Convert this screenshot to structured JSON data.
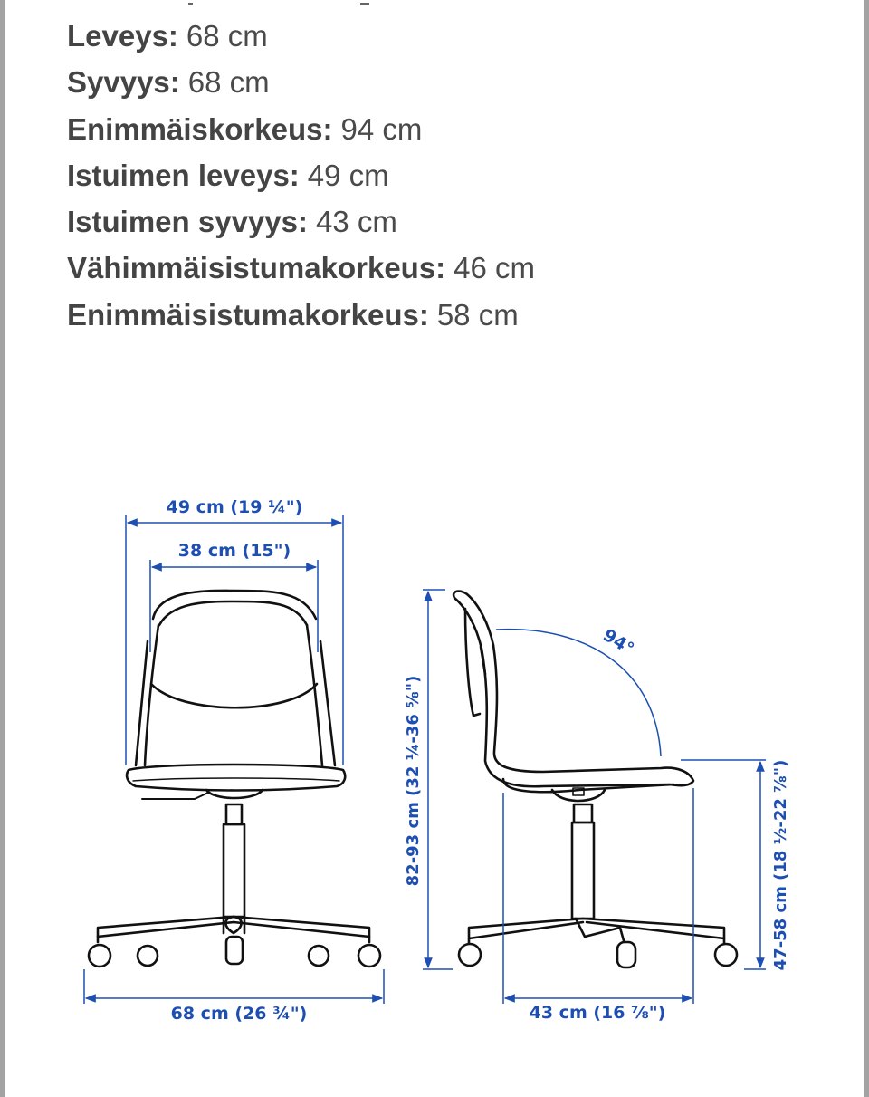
{
  "specs": [
    {
      "label": "Leveys:",
      "value": "68 cm"
    },
    {
      "label": "Syvyys:",
      "value": "68 cm"
    },
    {
      "label": "Enimmäiskorkeus:",
      "value": "94 cm"
    },
    {
      "label": "Istuimen leveys:",
      "value": "49 cm"
    },
    {
      "label": "Istuimen syvyys:",
      "value": "43 cm"
    },
    {
      "label": "Vähimmäisistumakorkeus:",
      "value": "46 cm"
    },
    {
      "label": "Enimmäisistumakorkeus:",
      "value": "58 cm"
    }
  ],
  "diagram": {
    "front_view": {
      "seat_width": "49 cm (19 ¼\")",
      "back_width": "38 cm (15\")",
      "base_width": "68 cm (26 ¾\")"
    },
    "side_view": {
      "total_height": "82-93 cm (32 ¼-36 ⅝\")",
      "backrest_angle": "94°",
      "seat_height": "47-58 cm (18 ½-22 ⅞\")",
      "seat_depth": "43 cm (16 ⅞\")"
    },
    "colors": {
      "dimension_line": "#1d4fb3",
      "outline": "#111111",
      "spec_text": "#444444"
    }
  }
}
